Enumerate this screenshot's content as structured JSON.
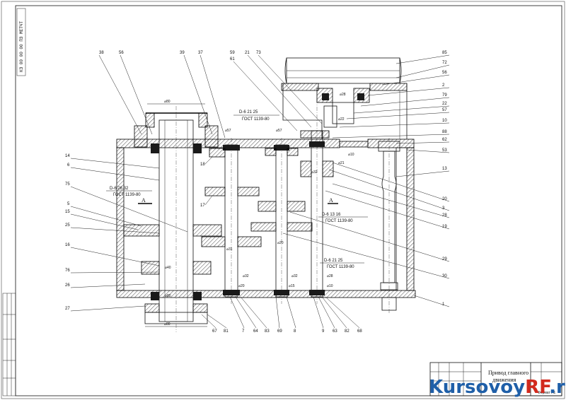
{
  "drawing": {
    "stamp_code": "КЗ 00 00 00 ПЗ МЕТЧТ",
    "title_lines": [
      "Привод главного",
      "движения"
    ],
    "sheet_label": "Формат А1",
    "brand_main": "Kursovoy",
    "brand_accent": "RF",
    "brand_suffix": ".ru",
    "brand_color": "#1f5fa8",
    "brand_accent_color": "#d22a1e",
    "section_marks": [
      "A",
      "A"
    ],
    "annotations": {
      "top_gost": [
        "D-6  21  25",
        "ГОСТ 1139-80"
      ],
      "left_gost": [
        "D-6  26  32",
        "ГОСТ 1139-80"
      ],
      "mid_gost": [
        "D-6  13  16",
        "ГОСТ 1139-80"
      ],
      "low_gost": [
        "D-6  21  25",
        "ГОСТ 1139-80"
      ],
      "dims": [
        "⌀80",
        "⌀57",
        "⌀57",
        "⌀28",
        "⌀22",
        "⌀10",
        "⌀21",
        "⌀32",
        "⌀31",
        "⌀20",
        "⌀40",
        "⌀80",
        "⌀80",
        "⌀32",
        "⌀32",
        "⌀15",
        "⌀28",
        "⌀10",
        "⌀20"
      ]
    },
    "callouts_top": [
      "38",
      "56",
      "39",
      "37",
      "59",
      "61",
      "21",
      "73",
      "85",
      "72",
      "56",
      "2",
      "79",
      "22",
      "57",
      "10",
      "88",
      "62",
      "53"
    ],
    "callouts_left": [
      "14",
      "6",
      "75",
      "5",
      "15",
      "25",
      "16",
      "76",
      "26",
      "27"
    ],
    "callouts_inner": [
      "18",
      "17"
    ],
    "callouts_right": [
      "13",
      "20",
      "3",
      "28",
      "19",
      "29",
      "30",
      "1"
    ],
    "callouts_bottom": [
      "67",
      "81",
      "7",
      "64",
      "83",
      "69",
      "8",
      "9",
      "63",
      "82",
      "68"
    ]
  }
}
